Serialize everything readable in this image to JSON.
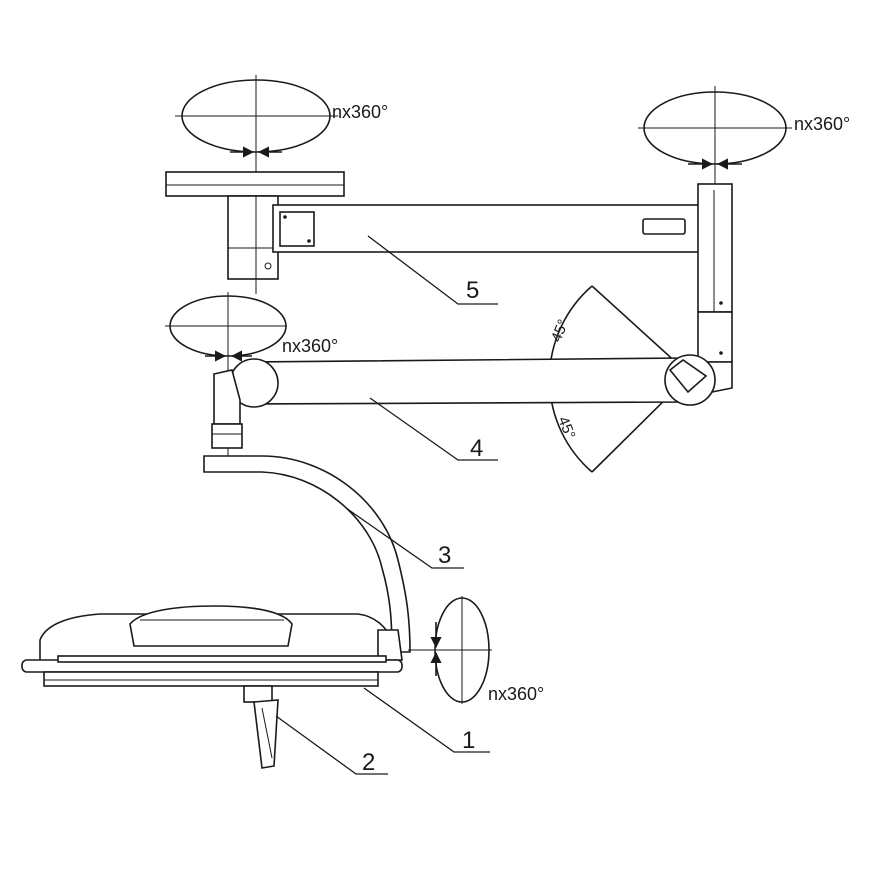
{
  "colors": {
    "line": "#1a1a1a",
    "background": "#ffffff"
  },
  "rotation_labels": {
    "top_left": "nx360°",
    "top_right": "nx360°",
    "middle_left": "nx360°",
    "lamp_head": "nx360°"
  },
  "angle_labels": {
    "upper": "45°",
    "lower": "45°"
  },
  "part_labels": {
    "part_1": "1",
    "part_2": "2",
    "part_3": "3",
    "part_4": "4",
    "part_5": "5"
  }
}
